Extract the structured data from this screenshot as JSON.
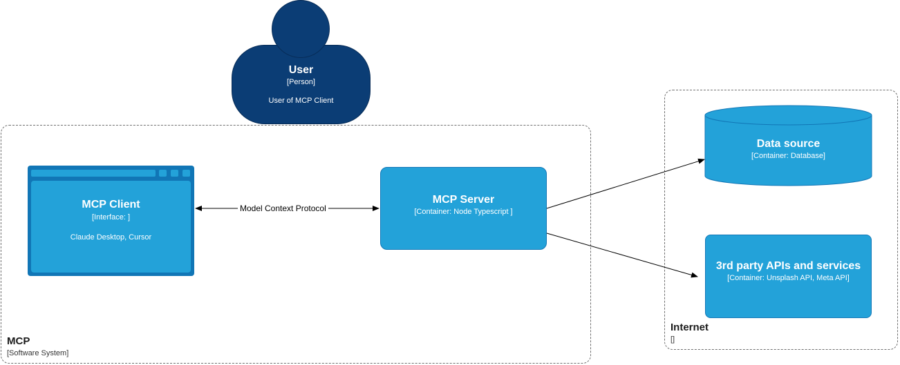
{
  "boundaries": {
    "mcp": {
      "title": "MCP",
      "subtitle": "[Software System]"
    },
    "internet": {
      "title": "Internet",
      "subtitle": "[]"
    }
  },
  "nodes": {
    "user": {
      "title": "User",
      "type": "[Person]",
      "description": "User of MCP Client"
    },
    "mcp_client": {
      "title": "MCP Client",
      "type": "[Interface: ]",
      "description": "Claude Desktop, Cursor"
    },
    "mcp_server": {
      "title": "MCP Server",
      "type": "[Container: Node Typescript ]"
    },
    "data_source": {
      "title": "Data source",
      "type": "[Container: Database]"
    },
    "apis": {
      "title": "3rd party APIs and services",
      "type": "[Container: Unsplash API, Meta API]"
    }
  },
  "edges": {
    "client_server": {
      "label": "Model Context Protocol"
    }
  },
  "colors": {
    "person": "#0b3d75",
    "container": "#23a2d9",
    "container_border": "#1176b6",
    "boundary": "#6e6e6e"
  }
}
